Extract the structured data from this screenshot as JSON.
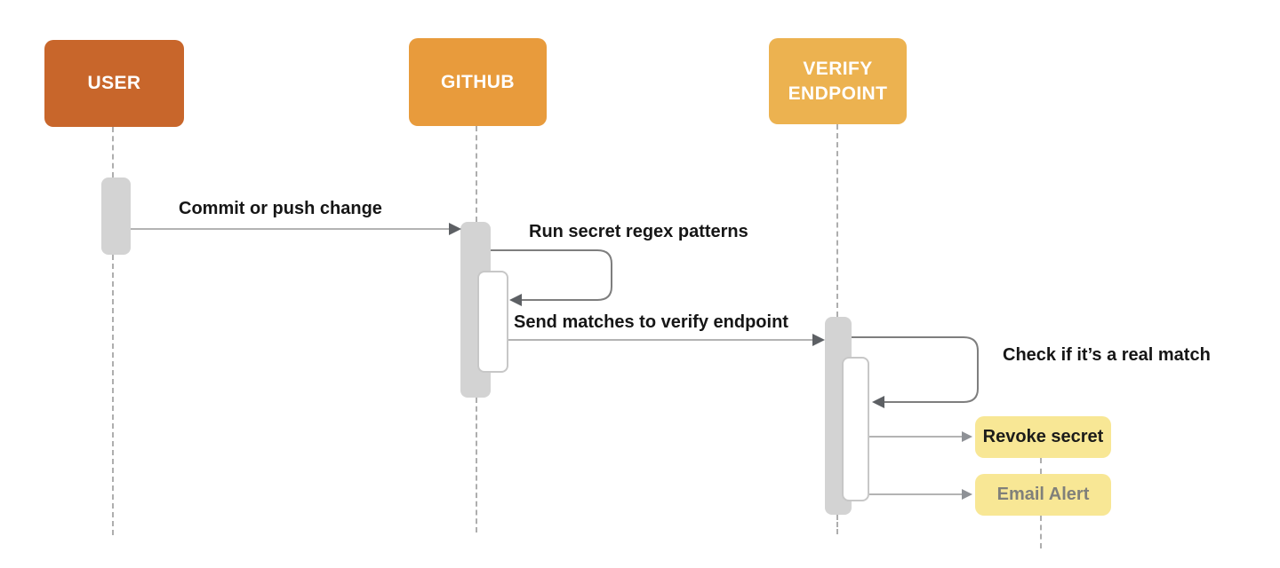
{
  "diagram": {
    "type": "sequence",
    "actors": [
      {
        "id": "user",
        "label": "USER"
      },
      {
        "id": "github",
        "label": "GITHUB"
      },
      {
        "id": "verify",
        "label": "VERIFY ENDPOINT"
      }
    ],
    "messages": [
      {
        "from": "user",
        "to": "github",
        "label": "Commit or push change"
      },
      {
        "from": "github",
        "to": "github",
        "label": "Run secret regex patterns",
        "self_loop": true
      },
      {
        "from": "github",
        "to": "verify",
        "label": "Send matches to verify endpoint"
      },
      {
        "from": "verify",
        "to": "verify",
        "label": "Check if it’s a real match",
        "self_loop": true
      }
    ],
    "notes": [
      {
        "id": "revoke",
        "label": "Revoke secret",
        "from": "verify"
      },
      {
        "id": "email",
        "label": "Email Alert",
        "from": "verify"
      }
    ],
    "colors": {
      "user_box": "#C8662B",
      "github_box": "#E89B3C",
      "verify_box": "#ECB250",
      "note_box": "#F8E795",
      "note_muted_text": "#80807A",
      "activation": "#D3D3D3",
      "nested_border": "#C7C7C7",
      "lifeline": "#AEAEAE",
      "arrow_line": "#9A9A9A",
      "arrowhead": "#5D6064",
      "loop_line": "#7E7E7E"
    }
  }
}
